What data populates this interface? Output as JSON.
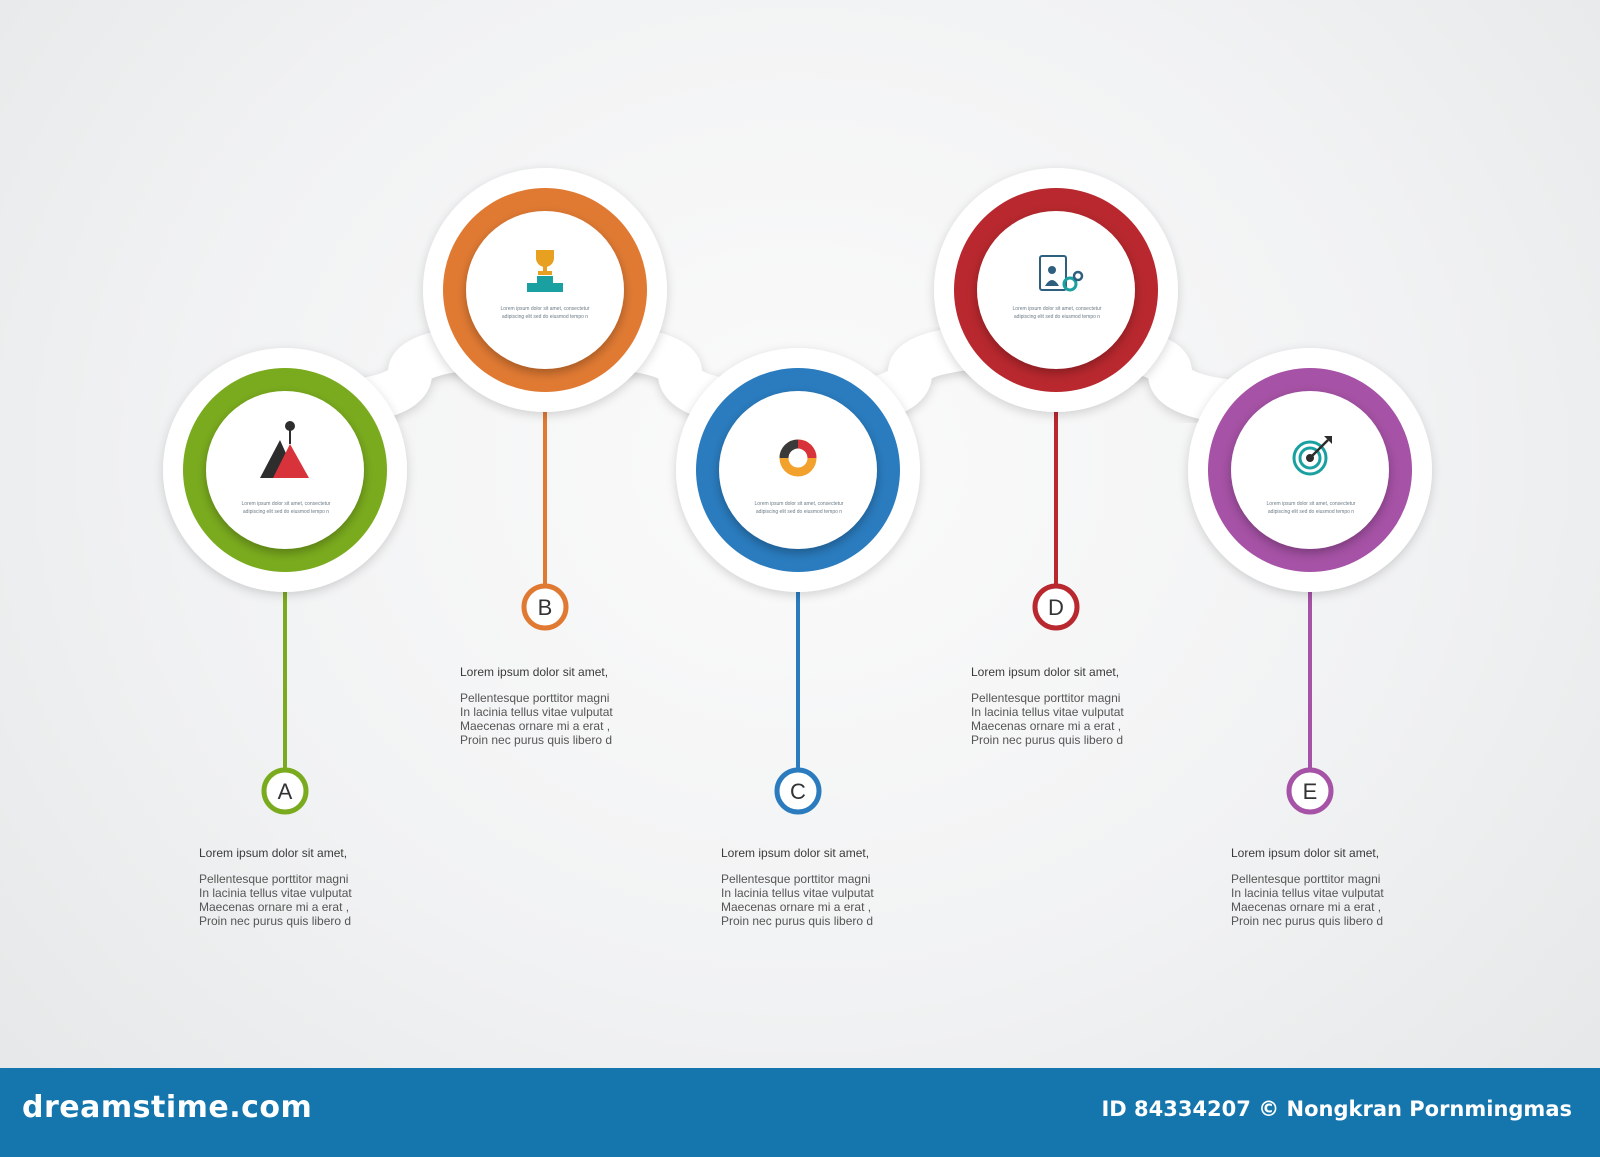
{
  "colors": {
    "A": "#7aab1e",
    "B": "#e07a33",
    "C": "#2a7cbf",
    "D": "#b8282e",
    "E": "#a652a6",
    "footer": "#1476ac"
  },
  "steps": [
    {
      "letter": "A",
      "icon": "mountain-summit-icon",
      "inner_text": [
        "Lorem ipsum dolor sit amet, consectetur",
        "adipiscing elit sed do eiusmod tempo n"
      ],
      "heading": "Lorem ipsum dolor sit amet,",
      "lines": [
        "Pellentesque porttitor magni",
        "In lacinia tellus vitae vulputat",
        "Maecenas ornare mi a erat ,",
        "Proin nec purus quis libero d"
      ]
    },
    {
      "letter": "B",
      "icon": "trophy-podium-icon",
      "inner_text": [
        "Lorem ipsum dolor sit amet, consectetur",
        "adipiscing elit sed do eiusmod tempo n"
      ],
      "heading": "Lorem ipsum dolor sit amet,",
      "lines": [
        "Pellentesque porttitor magni",
        "In lacinia tellus vitae vulputat",
        "Maecenas ornare mi a erat ,",
        "Proin nec purus quis libero d"
      ]
    },
    {
      "letter": "C",
      "icon": "donut-chart-icon",
      "inner_text": [
        "Lorem ipsum dolor sit amet, consectetur",
        "adipiscing elit sed do eiusmod tempo n"
      ],
      "heading": "Lorem ipsum dolor sit amet,",
      "lines": [
        "Pellentesque porttitor magni",
        "In lacinia tellus vitae vulputat",
        "Maecenas ornare mi a erat ,",
        "Proin nec purus quis libero d"
      ]
    },
    {
      "letter": "D",
      "icon": "manager-gears-icon",
      "inner_text": [
        "Lorem ipsum dolor sit amet, consectetur",
        "adipiscing elit sed do eiusmod tempo n"
      ],
      "heading": "Lorem ipsum dolor sit amet,",
      "lines": [
        "Pellentesque porttitor magni",
        "In lacinia tellus vitae vulputat",
        "Maecenas ornare mi a erat ,",
        "Proin nec purus quis libero d"
      ]
    },
    {
      "letter": "E",
      "icon": "target-arrow-icon",
      "inner_text": [
        "Lorem ipsum dolor sit amet, consectetur",
        "adipiscing elit sed do eiusmod tempo n"
      ],
      "heading": "Lorem ipsum dolor sit amet,",
      "lines": [
        "Pellentesque porttitor magni",
        "In lacinia tellus vitae vulputat",
        "Maecenas ornare mi a erat ,",
        "Proin nec purus quis libero d"
      ]
    }
  ],
  "footer": {
    "brand": "dreamstime.com",
    "credit": "ID 84334207 © Nongkran Pornmingmas"
  }
}
